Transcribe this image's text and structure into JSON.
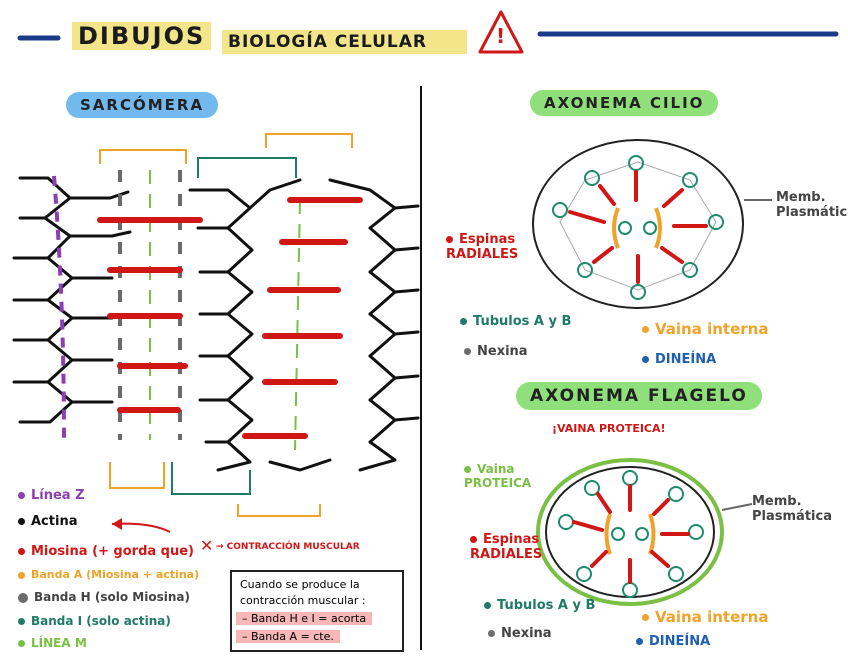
{
  "title": {
    "left": "DIBUJOS",
    "right": "BIOLOGÍA CELULAR",
    "warning_mark": "!"
  },
  "sarcomere": {
    "title": "SARCÓMERA",
    "legend": [
      {
        "text": "Línea Z",
        "color": "#8b3fb0"
      },
      {
        "text": "Actina",
        "color": "#111111"
      },
      {
        "text": "Miosina (+ gorda que)",
        "color": "#d11616"
      },
      {
        "text": "Banda A (Miosina + actina)",
        "color": "#f0a32a"
      },
      {
        "text": "Banda H (solo Miosina)",
        "color": "#6b6b6b"
      },
      {
        "text": "Banda I (solo actina)",
        "color": "#1f7a66"
      },
      {
        "text": "LÍNEA M",
        "color": "#79c044"
      }
    ],
    "contraction_note": "→ CONTRACCIÓN MUSCULAR",
    "box": {
      "intro": "Cuando se produce la",
      "intro2": "contracción muscular :",
      "point1": "– Banda H e I = acorta",
      "point2": "– Banda A = cte."
    }
  },
  "cilium": {
    "title": "AXONEMA CILIO",
    "membrane": "Memb. Plasmática",
    "labels": {
      "espinas": "Espinas RADIALES",
      "tubulos": "Tubulos A y B",
      "vaina": "Vaina interna",
      "nexina": "Nexina",
      "dineina": "DINEÍNA"
    }
  },
  "flagellum": {
    "title": "AXONEMA FLAGELO",
    "subtitle": "¡VAINA PROTEICA!",
    "membrane": "Memb. Plasmática",
    "labels": {
      "vaina_proteica": "Vaina PROTEICA",
      "espinas": "Espinas RADIALES",
      "tubulos": "Tubulos A y B",
      "vaina": "Vaina interna",
      "nexina": "Nexina",
      "dineina": "DINEÍNA"
    }
  },
  "colors": {
    "myosin": "#d11616",
    "actin": "#111111",
    "zline": "#8b3fb0",
    "bandA": "#f0a32a",
    "bandI": "#1f7a66",
    "mline": "#79c044",
    "tubule": "#1f8a6e",
    "dynein": "#1f5fb0",
    "title_highlight": "#f3e58a",
    "sarcomere_pill": "#72b9f0",
    "axonema_pill": "#8fe07a"
  }
}
